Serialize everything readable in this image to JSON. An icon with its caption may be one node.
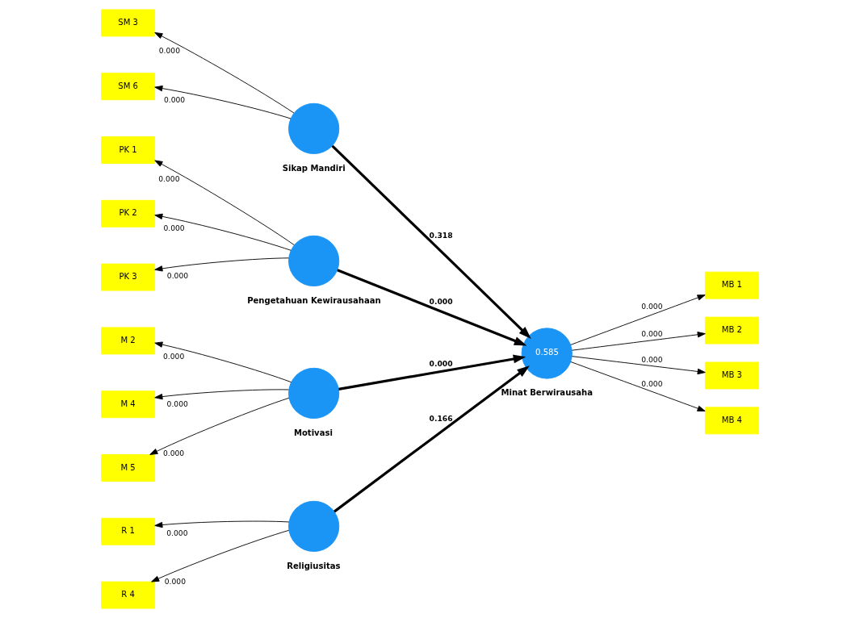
{
  "diagram": {
    "nodes": [
      {
        "text": [
          "SM 3"
        ]
      },
      {
        "text": [
          "SM 6"
        ]
      },
      {
        "text": [
          "Sikap Mandiri"
        ]
      },
      {
        "text": [
          "PK 1"
        ]
      },
      {
        "text": [
          "PK 2"
        ]
      },
      {
        "text": [
          "PK 3"
        ]
      },
      {
        "text": [
          "Pengetahuan Kewirausahaan"
        ]
      },
      {
        "text": [
          "M 2"
        ]
      },
      {
        "text": [
          "M 4"
        ]
      },
      {
        "text": [
          "M 5"
        ]
      },
      {
        "text": [
          "Motivasi"
        ]
      },
      {
        "text": [
          "R 1"
        ]
      },
      {
        "text": [
          "R 4"
        ]
      },
      {
        "text": [
          "Religiusitas"
        ]
      },
      {
        "text": [
          "0.585",
          "Minat Berwirausaha"
        ]
      },
      {
        "text": [
          "MB 1"
        ]
      },
      {
        "text": [
          "MB 2"
        ]
      },
      {
        "text": [
          "MB 3"
        ]
      },
      {
        "text": [
          "MB 4"
        ]
      }
    ],
    "edges": [
      {
        "from": 2,
        "to": 0,
        "arrow": "to",
        "label": "0.000"
      },
      {
        "from": 2,
        "to": 1,
        "arrow": "to",
        "label": "0.000"
      },
      {
        "from": 6,
        "to": 3,
        "arrow": "to",
        "label": "0.000"
      },
      {
        "from": 6,
        "to": 4,
        "arrow": "to",
        "label": "0.000"
      },
      {
        "from": 6,
        "to": 5,
        "arrow": "to",
        "label": "0.000"
      },
      {
        "from": 10,
        "to": 7,
        "arrow": "to",
        "label": "0.000"
      },
      {
        "from": 10,
        "to": 8,
        "arrow": "to",
        "label": "0.000"
      },
      {
        "from": 10,
        "to": 9,
        "arrow": "to",
        "label": "0.000"
      },
      {
        "from": 13,
        "to": 11,
        "arrow": "to",
        "label": "0.000"
      },
      {
        "from": 13,
        "to": 12,
        "arrow": "to",
        "label": "0.000"
      },
      {
        "from": 2,
        "to": 14,
        "arrow": "to",
        "label": "0.318",
        "style": "thick"
      },
      {
        "from": 6,
        "to": 14,
        "arrow": "to",
        "label": "0.000",
        "style": "thick"
      },
      {
        "from": 10,
        "to": 14,
        "arrow": "to",
        "label": "0.000",
        "style": "thick"
      },
      {
        "from": 13,
        "to": 14,
        "arrow": "to",
        "label": "0.166",
        "style": "thick"
      },
      {
        "from": 14,
        "to": 15,
        "arrow": "to",
        "label": "0.000"
      },
      {
        "from": 14,
        "to": 16,
        "arrow": "to",
        "label": "0.000"
      },
      {
        "from": 14,
        "to": 17,
        "arrow": "to",
        "label": "0.000"
      },
      {
        "from": 14,
        "to": 18,
        "arrow": "to",
        "label": "0.000"
      }
    ]
  }
}
